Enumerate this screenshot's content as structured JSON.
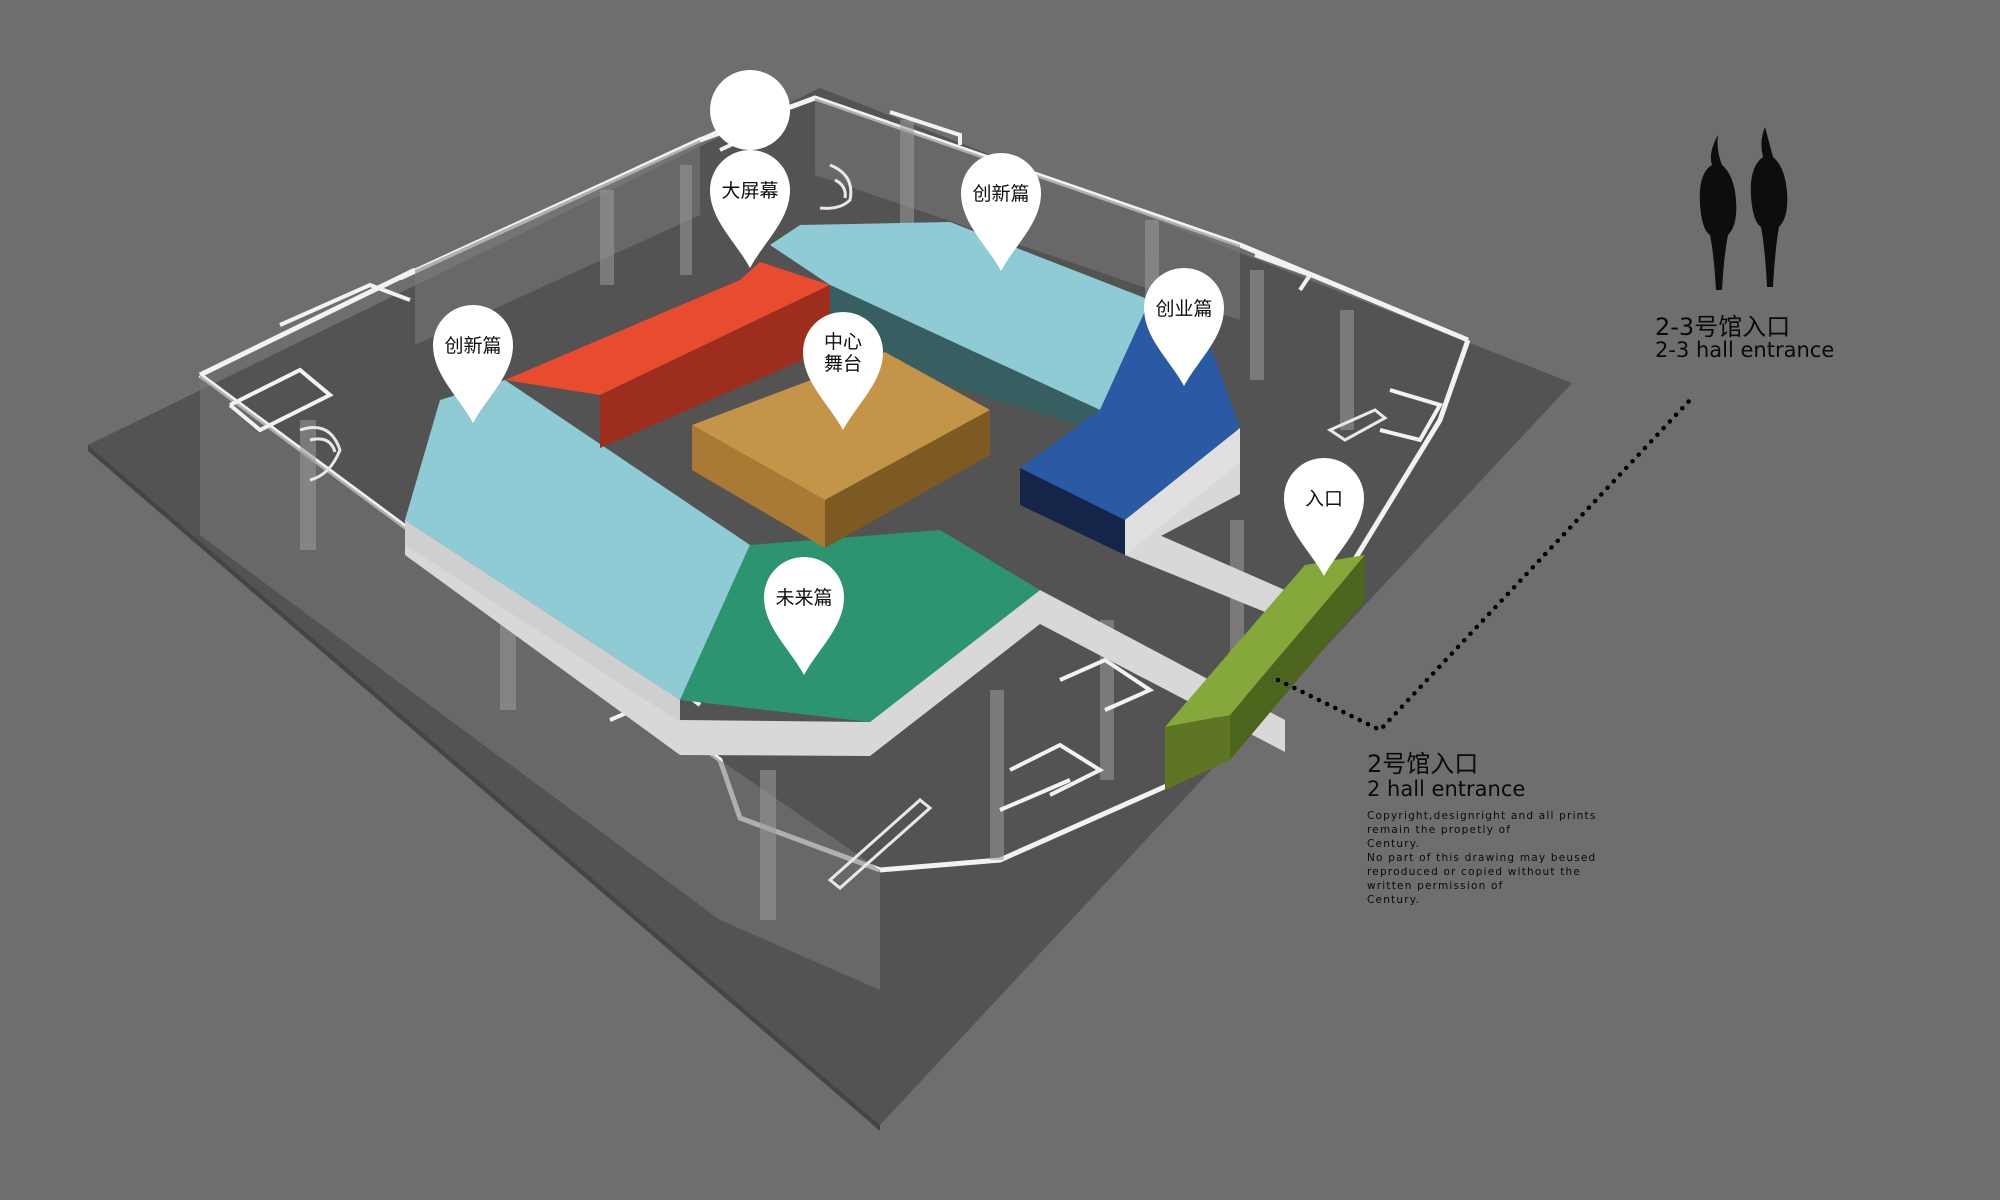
{
  "zones": [
    {
      "id": "big-screen",
      "color": "#e84b2e"
    },
    {
      "id": "innovation-left",
      "color": "#8fcbd5"
    },
    {
      "id": "innovation-top",
      "color": "#8fcbd5"
    },
    {
      "id": "startup",
      "color": "#2b5aa4"
    },
    {
      "id": "future",
      "color": "#2c9470"
    },
    {
      "id": "center-stage",
      "color": "#c49548"
    },
    {
      "id": "entrance-ramp",
      "color": "#77952c"
    }
  ],
  "pins": {
    "big_screen": "大屏幕",
    "innovation_top": "创新篇",
    "innovation_left": "创新篇",
    "startup": "创业篇",
    "center_stage_line1": "中心",
    "center_stage_line2": "舞台",
    "future": "未来篇",
    "entrance": "入口"
  },
  "legend": {
    "hall23_cn": "2-3号馆入口",
    "hall23_en": "2-3 hall entrance",
    "hall2_cn": "2号馆入口",
    "hall2_en": "2 hall entrance",
    "copyright": "Copyright,designright  and  all prints\nremain the  propetly  of\nCentury.\nNo part of this drawing may beused\nreproduced  or  copied without the\nwritten  permission of\nCentury."
  },
  "icons": [
    "visitor-silhouette-icon",
    "map-pin-icon",
    "staircase-icon"
  ]
}
